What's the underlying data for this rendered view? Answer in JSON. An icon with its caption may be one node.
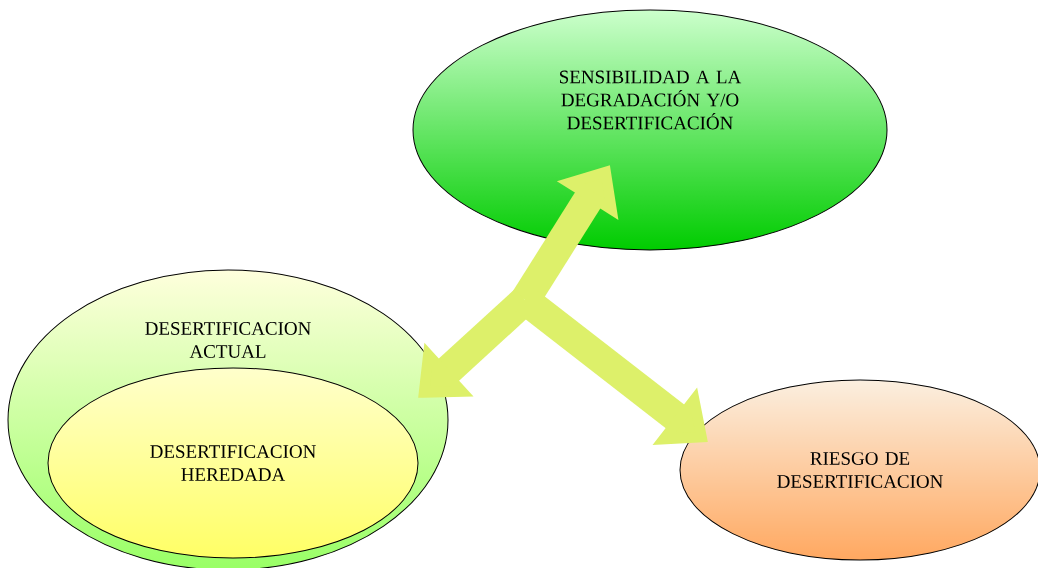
{
  "diagram": {
    "nodes": [
      {
        "text": [
          "SENSIBILIDAD A LA DEGRADACIÓN Y/O DESERTIFICACIÓN"
        ]
      },
      {
        "text": [
          "DESERTIFICACION ACTUAL"
        ]
      },
      {
        "text": [
          "DESERTIFICACION HEREDADA"
        ],
        "in": 1
      },
      {
        "text": [
          "RIESGO DE DESERTIFICACION"
        ]
      }
    ],
    "edges": [
      {
        "from": null,
        "to": 0,
        "arrow": "to"
      },
      {
        "from": null,
        "to": 1,
        "arrow": "to"
      },
      {
        "from": null,
        "to": 3,
        "arrow": "to"
      }
    ]
  }
}
